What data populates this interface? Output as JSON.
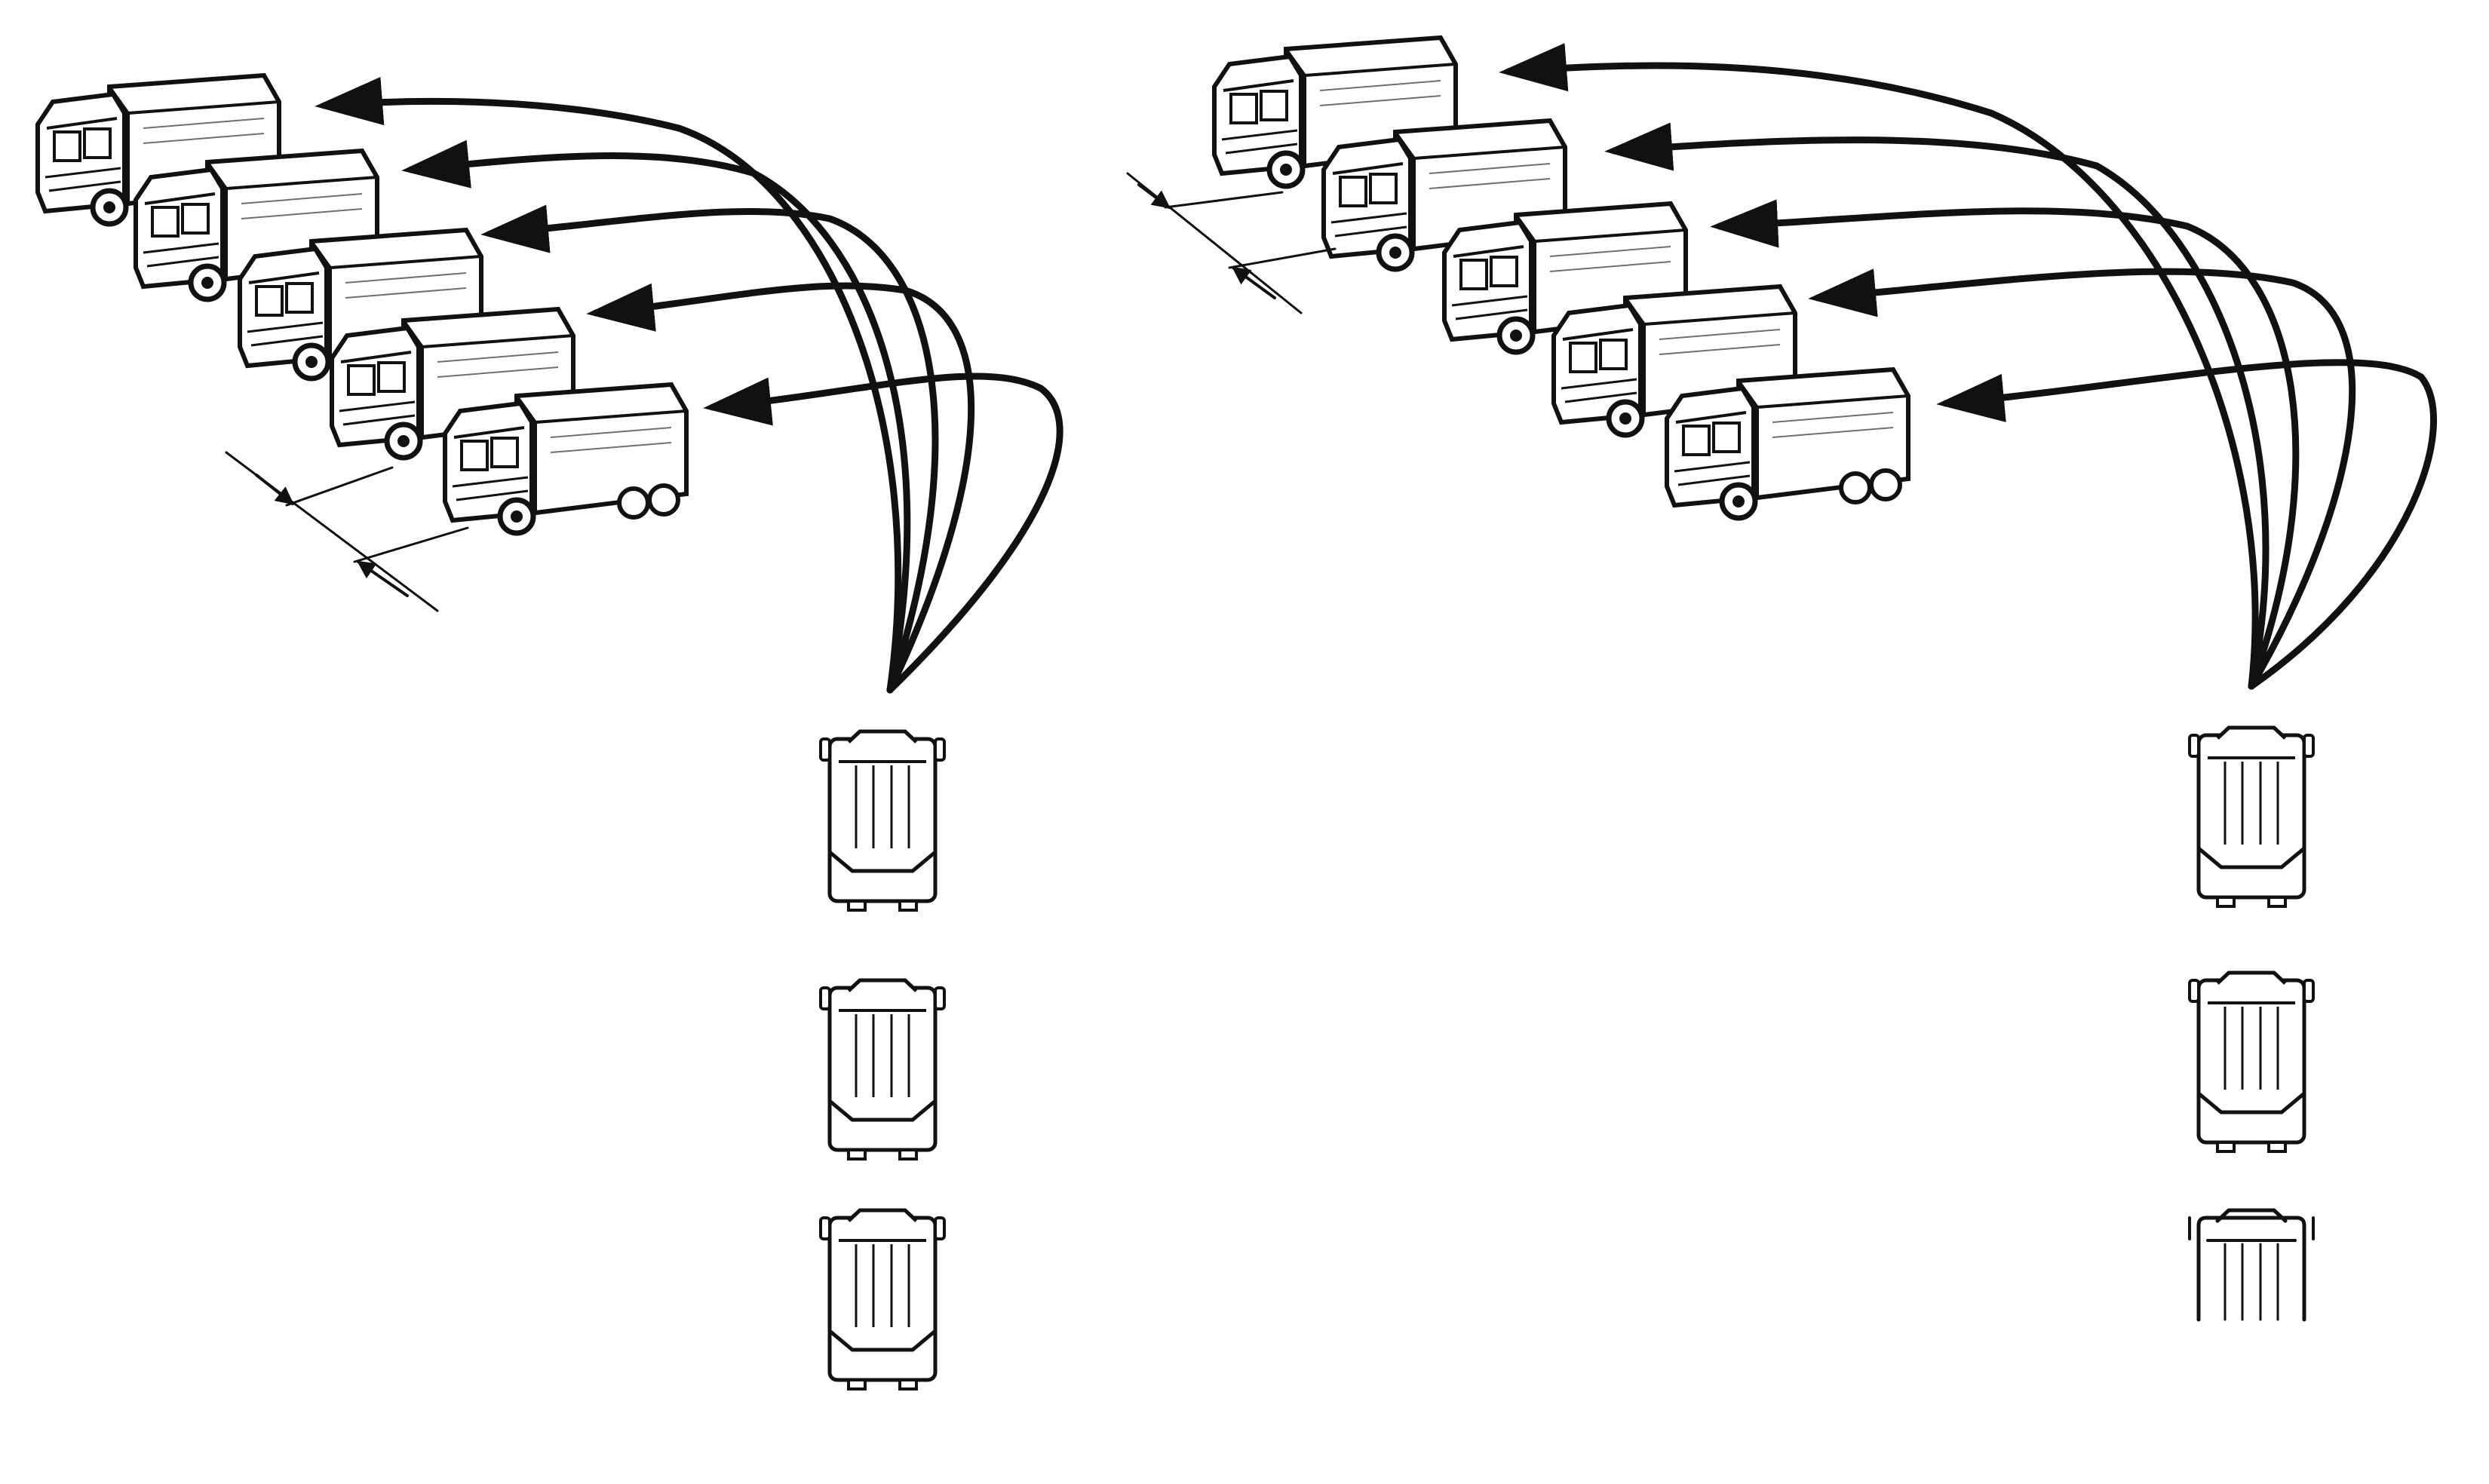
{
  "ink_color": "#111111",
  "paper_color": "#ffffff",
  "panels": [
    {
      "id": "left",
      "formation": "echelon",
      "column_trucks": 3,
      "deployed_trucks": 5,
      "spacing_marker": true
    },
    {
      "id": "right",
      "formation": "echelon",
      "column_trucks": 3,
      "deployed_trucks": 5,
      "spacing_marker": true
    }
  ]
}
